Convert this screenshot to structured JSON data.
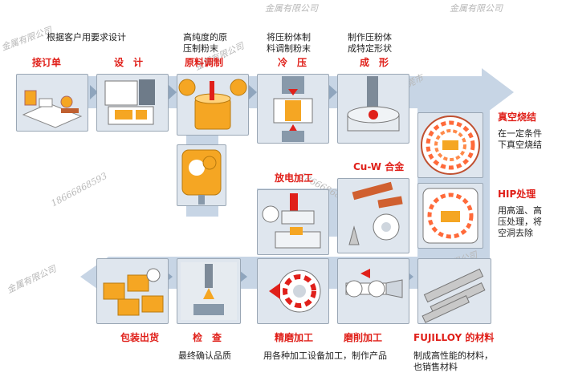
{
  "top_note": "根据客户用要求设计",
  "steps": {
    "order": "接订单",
    "design": "设　计",
    "mixing": "原料调制",
    "pressing": "冷　压",
    "forming": "成　形",
    "vacuum": "真空烧结",
    "hip": "HIP处理",
    "edm": "放电加工",
    "cuw": "Cu-W 合金",
    "fujilloy": "FUJILLOY 的材料",
    "grinding": "磨削加工",
    "precision": "精磨加工",
    "inspection": "检　查",
    "packing": "包装出货"
  },
  "descriptions": {
    "mixing": [
      "高纯度的原",
      "压制粉末"
    ],
    "pressing": [
      "将压粉体制",
      "料调制粉末"
    ],
    "forming": [
      "制作压粉体",
      "成特定形状"
    ],
    "vacuum": [
      "在一定条件",
      "下真空烧结"
    ],
    "hip": [
      "用高温、高",
      "压处理，将",
      "空洞去除"
    ],
    "fujilloy": [
      "制成高性能的材料，",
      "也销售材料"
    ],
    "machining": "用各种加工设备加工，制作产品",
    "inspection": "最终确认品质"
  },
  "watermarks": {
    "company": "金属有限公司",
    "phone": "18666868593",
    "city": "东莞市"
  },
  "colors": {
    "orange": "#f5a623",
    "red_label": "#e0201a",
    "arrow_blue": "#b8c8da",
    "panel_bg": "#dfe6ee"
  }
}
